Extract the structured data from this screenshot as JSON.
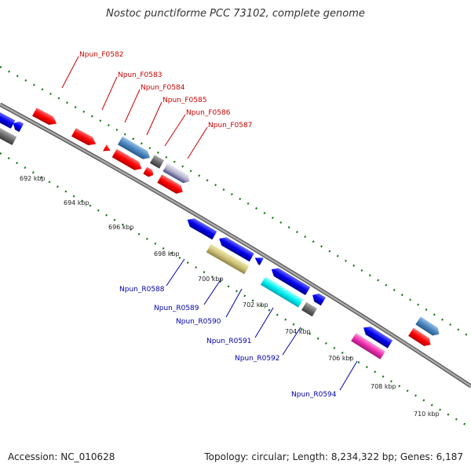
{
  "title": "Nostoc punctiforme PCC 73102, complete genome",
  "accession": "Accession: NC_010628",
  "stats": "Topology: circular; Length: 8,234,322 bp; Genes: 6,187",
  "colors": {
    "forward_label": "#cc0000",
    "reverse_label": "#0000aa",
    "ticks": "#1a7a1a",
    "backbone": "#888888"
  },
  "kbp_labels": [
    "692 kbp",
    "694 kbp",
    "696 kbp",
    "698 kbp",
    "700 kbp",
    "702 kbp",
    "704 kbp",
    "706 kbp",
    "708 kbp",
    "710 kbp"
  ],
  "forward_genes": [
    "Npun_F0582",
    "Npun_F0583",
    "Npun_F0584",
    "Npun_F0585",
    "Npun_F0586",
    "Npun_F0587"
  ],
  "reverse_genes": [
    "Npun_R0588",
    "Npun_R0589",
    "Npun_R0590",
    "Npun_R0591",
    "Npun_R0592",
    "Npun_R0594"
  ]
}
